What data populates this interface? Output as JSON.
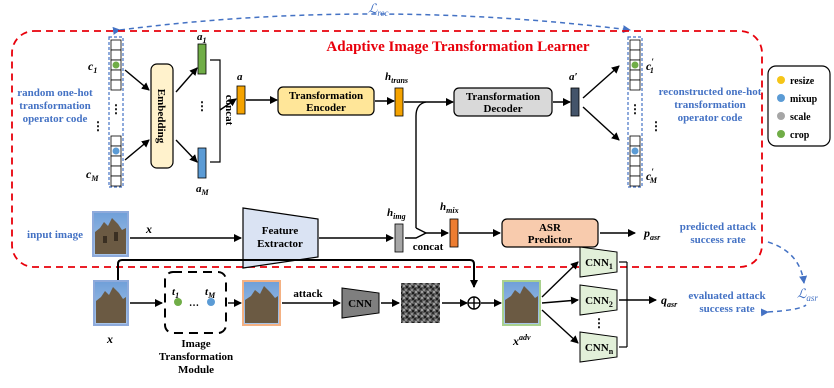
{
  "title": "Adaptive Image Transformation Learner",
  "loss_rec": "ℒ",
  "loss_rec_sub": "rec",
  "loss_asr": "ℒ",
  "loss_asr_sub": "asr",
  "left_label": [
    "random one-hot",
    "transformation",
    "operator code"
  ],
  "right_label": [
    "reconstructed one-hot",
    "transformation",
    "operator code"
  ],
  "c1": "c",
  "c1_sub": "1",
  "cM": "c",
  "cM_sub": "M",
  "c1p": "c",
  "c1p_sub": "1",
  "c1p_sup": "′",
  "cMp": "c",
  "cMp_sub": "M",
  "cMp_sup": "′",
  "embedding": "Embedding",
  "a1": "a",
  "a1_sub": "1",
  "aM": "a",
  "aM_sub": "M",
  "concat1": "concat",
  "a": "a",
  "encoder": [
    "Transformation",
    "Encoder"
  ],
  "h_trans": "h",
  "h_trans_sub": "trans",
  "decoder": [
    "Transformation",
    "Decoder"
  ],
  "a_prime": "a′",
  "legend": [
    "resize",
    "mixup",
    "scale",
    "crop"
  ],
  "legend_colors": [
    "#f5c518",
    "#5b9bd5",
    "#a6a6a6",
    "#70ad47"
  ],
  "input_image": "input image",
  "x": "x",
  "feature_extractor": [
    "Feature",
    "Extractor"
  ],
  "h_img": "h",
  "h_img_sub": "img",
  "h_mix": "h",
  "h_mix_sub": "mix",
  "concat2": "concat",
  "asr_predictor": [
    "ASR",
    "Predictor"
  ],
  "p_asr": "p",
  "p_asr_sub": "asr",
  "predicted_label": [
    "predicted attack",
    "success rate"
  ],
  "x_bottom": "x",
  "t1": "t",
  "t1_sub": "1",
  "tM": "t",
  "tM_sub": "M",
  "module_label": [
    "Image",
    "Transformation",
    "Module"
  ],
  "attack": "attack",
  "cnn": "CNN",
  "x_adv": "x",
  "x_adv_sup": "adv",
  "cnn1": "CNN",
  "cnn1_sub": "1",
  "cnn2": "CNN",
  "cnn2_sub": "2",
  "cnnn": "CNN",
  "cnnn_sub": "n",
  "q_asr": "q",
  "q_asr_sub": "asr",
  "evaluated_label": [
    "evaluated attack",
    "success rate"
  ],
  "colors": {
    "red_dash": "#e8000b",
    "blue_dash": "#4472c4",
    "encoder_fill": "#ffe699",
    "decoder_fill": "#d9d9d9",
    "asr_fill": "#f8cbad",
    "fe_fill": "#dae3f3",
    "embedding_fill": "#fff2cc",
    "green_vec": "#70ad47",
    "blue_vec": "#5b9bd5",
    "orange_vec": "#f5a300",
    "slate_vec": "#44546a",
    "gray_vec": "#a6a6a6",
    "mix_vec": "#ed7d31",
    "cnn_fill": "#7f7f7f",
    "cnn_out_fill": "#e2f0d9"
  }
}
